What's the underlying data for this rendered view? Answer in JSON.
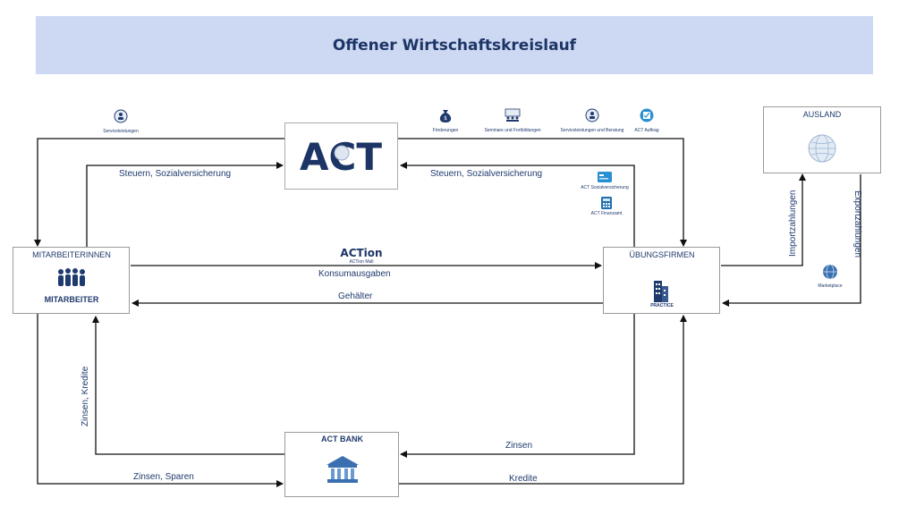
{
  "title": "Offener Wirtschaftskreislauf",
  "nodes": {
    "act": {
      "logo_text": "ACT"
    },
    "ausland": {
      "label": "AUSLAND"
    },
    "mitarbeiter": {
      "label_top": "MITARBEITERINNEN",
      "label_bottom": "MITARBEITER"
    },
    "uebungsfirmen": {
      "label": "ÜBUNGSFIRMEN",
      "icon_caption": "PRACTICE"
    },
    "bank": {
      "label": "ACT BANK"
    }
  },
  "flows": {
    "steuern_left": "Steuern, Sozialversicherung",
    "steuern_right": "Steuern, Sozialversicherung",
    "konsum": "Konsumausgaben",
    "gehaelter": "Gehälter",
    "zinsen_kredite": "Zinsen, Kredite",
    "zinsen_sparen": "Zinsen, Sparen",
    "zinsen": "Zinsen",
    "kredite": "Kredite",
    "import": "Importzahlungen",
    "export": "Exportzahlungen"
  },
  "small_labels": {
    "serviceleistungen": "Serviceleistungen",
    "foerderungen": "Förderungen",
    "seminare": "Seminare und Fortbildungen",
    "service_beratung": "Serviceleistungen und Beratung",
    "act_auftrag": "ACT Auftrag",
    "sozialversicherung": "ACT Sozialversicherung",
    "finanzamt": "ACT Finanzamt",
    "action_logo": "ACTion",
    "action_mall": "ACTion Mall",
    "marketplace": "Marketplace"
  },
  "colors": {
    "banner": "#cdd8f2",
    "title": "#1c3566",
    "arrow": "#111111",
    "accent": "#1f3a6e"
  }
}
